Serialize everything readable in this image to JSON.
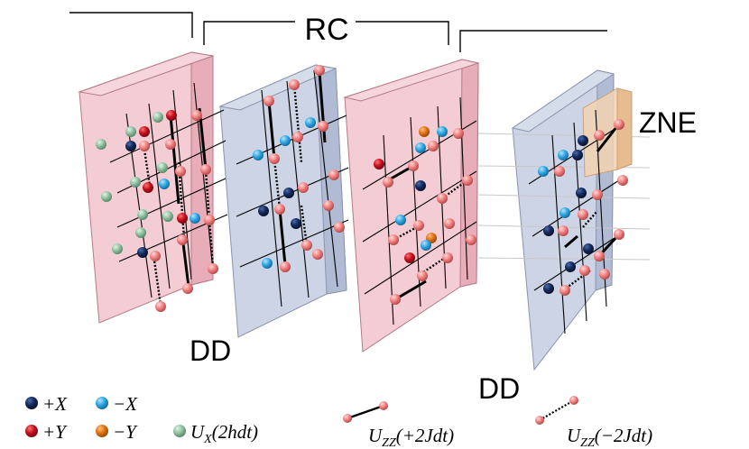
{
  "labels": {
    "rc": "RC",
    "zne": "ZNE",
    "dd_left": "DD",
    "dd_right": "DD"
  },
  "legend": {
    "plus_x": "+X",
    "minus_x": "−X",
    "plus_y": "+Y",
    "minus_y": "−Y",
    "ux": "U_X(2hdt)",
    "ux_main": "U",
    "ux_sub": "X",
    "ux_arg": "(2hdt)",
    "uzz_plus_main": "U",
    "uzz_plus_sub": "ZZ",
    "uzz_plus_arg": "(+2Jdt)",
    "uzz_minus_main": "U",
    "uzz_minus_sub": "ZZ",
    "uzz_minus_arg": "(−2Jdt)"
  },
  "colors": {
    "plus_x": "#13285a",
    "minus_x": "#2ea4e0",
    "plus_y": "#c0101e",
    "minus_y": "#e07010",
    "ux": "#8fbf9f",
    "qubit_pink": "#f07f7f",
    "panel_pink": "#f2c4cc",
    "panel_blue": "#c4cde0",
    "zne_box": "#f2d2b0"
  }
}
